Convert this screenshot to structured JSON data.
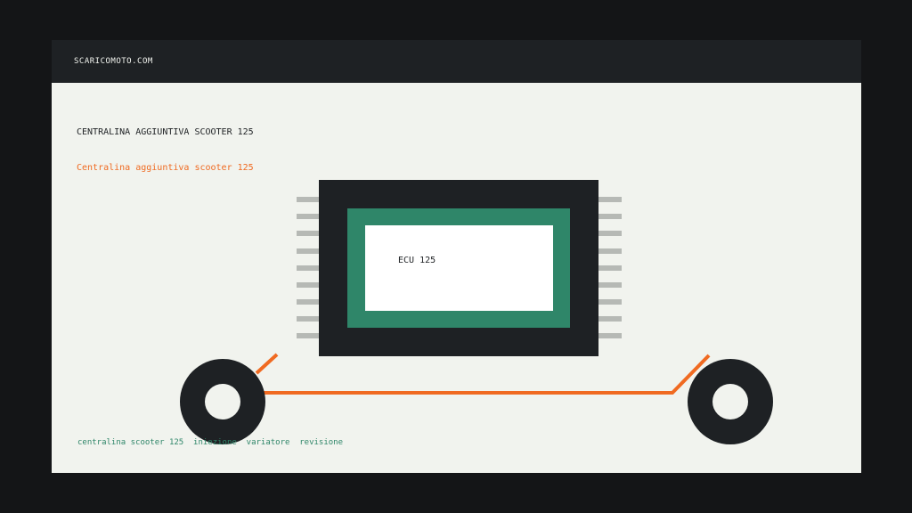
{
  "site": {
    "brand": "SCARICOMOTO.COM"
  },
  "content": {
    "title": "CENTRALINA AGGIUNTIVA SCOOTER 125",
    "subtitle": "Centralina aggiuntiva scooter 125",
    "ecu_label": "ECU 125",
    "tags": "centralina scooter 125  iniezione  variatore  revisione"
  },
  "colors": {
    "page_background": "#141517",
    "panel_background": "#f1f3ee",
    "topbar": "#1e2124",
    "accent_orange": "#f06a21",
    "accent_green": "#2f8669",
    "pin_gray": "#b6b9b5",
    "wheel_dark": "#1e2124"
  }
}
